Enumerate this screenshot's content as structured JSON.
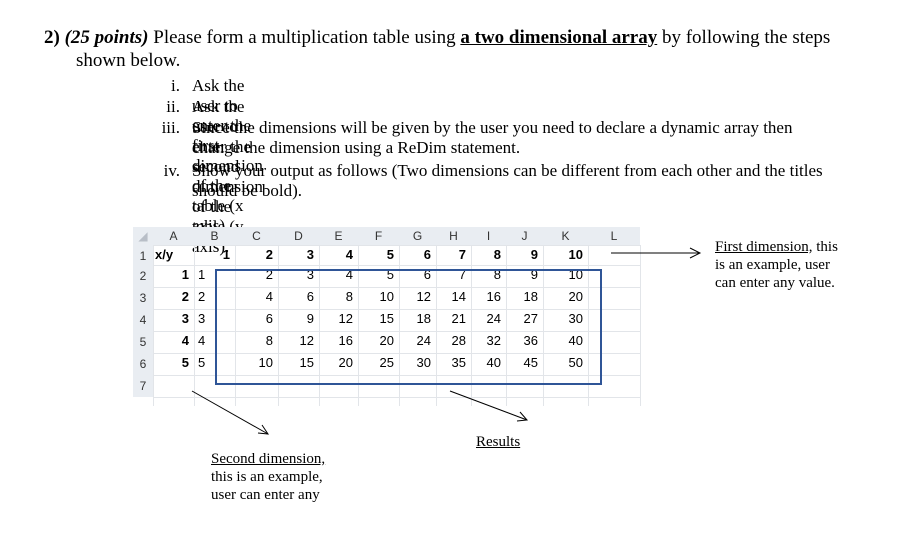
{
  "question": {
    "number": "2)",
    "points": "(25 points)",
    "text_before": "Please form a multiplication table using",
    "emphasis": "a two dimensional array",
    "text_after": "by following the steps",
    "line2": "shown below."
  },
  "steps": [
    {
      "num": "i.",
      "lines": [
        "Ask the user to enter the first dimension of the table (x axis)"
      ]
    },
    {
      "num": "ii.",
      "lines": [
        "Ask the user to enter the second dimension of the table (y axis)."
      ]
    },
    {
      "num": "iii.",
      "lines": [
        "Since the dimensions will be given by the user you need to declare a dynamic array then",
        "change the dimension using a ReDim statement."
      ]
    },
    {
      "num": "iv.",
      "lines": [
        "Show your output as follows (Two dimensions can be different from each other and the titles",
        "should be bold)."
      ]
    }
  ],
  "sheet": {
    "columns": [
      "A",
      "B",
      "C",
      "D",
      "E",
      "F",
      "G",
      "H",
      "I",
      "J",
      "K",
      "L"
    ],
    "rows": [
      "1",
      "2",
      "3",
      "4",
      "5",
      "6",
      "7"
    ],
    "corner_label": "x/y",
    "x_header": [
      "1",
      "2",
      "3",
      "4",
      "5",
      "6",
      "7",
      "8",
      "9",
      "10"
    ],
    "y_header": [
      "1",
      "2",
      "3",
      "4",
      "5"
    ],
    "results": [
      [
        "1",
        "2",
        "3",
        "4",
        "5",
        "6",
        "7",
        "8",
        "9",
        "10"
      ],
      [
        "2",
        "4",
        "6",
        "8",
        "10",
        "12",
        "14",
        "16",
        "18",
        "20"
      ],
      [
        "3",
        "6",
        "9",
        "12",
        "15",
        "18",
        "21",
        "24",
        "27",
        "30"
      ],
      [
        "4",
        "8",
        "12",
        "16",
        "20",
        "24",
        "28",
        "32",
        "36",
        "40"
      ],
      [
        "5",
        "10",
        "15",
        "20",
        "25",
        "30",
        "35",
        "40",
        "45",
        "50"
      ]
    ]
  },
  "annotations": {
    "first_dimension": {
      "title": "First dimension,",
      "rest": [
        "this",
        "is an example, user",
        "can enter any value."
      ]
    },
    "second_dimension": {
      "title": "Second dimension,",
      "rest": [
        "this is an example,",
        "user can enter any"
      ]
    },
    "results": "Results"
  }
}
